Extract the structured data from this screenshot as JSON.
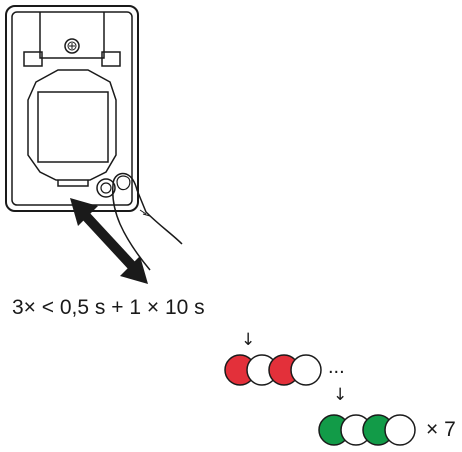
{
  "instruction": {
    "press_sequence": "3× < 0,5 s + 1 × 10 s",
    "down_arrow_1": "↓",
    "down_arrow_2": "↓",
    "ellipsis": "...",
    "repeat_label": "× 7"
  },
  "led_sequence_1": {
    "pattern": [
      "red",
      "white",
      "red",
      "white"
    ],
    "meaning": "blink red"
  },
  "led_sequence_2": {
    "pattern": [
      "green",
      "white",
      "green",
      "white"
    ],
    "meaning": "blink green"
  },
  "colors": {
    "red": "#e3303a",
    "green": "#129b48",
    "outline": "#1a1a1a",
    "device_fill": "#ffffff"
  },
  "icons": [
    "device-front-icon",
    "screw-icon",
    "finger-icon",
    "double-arrow-icon",
    "reset-button-icon"
  ]
}
